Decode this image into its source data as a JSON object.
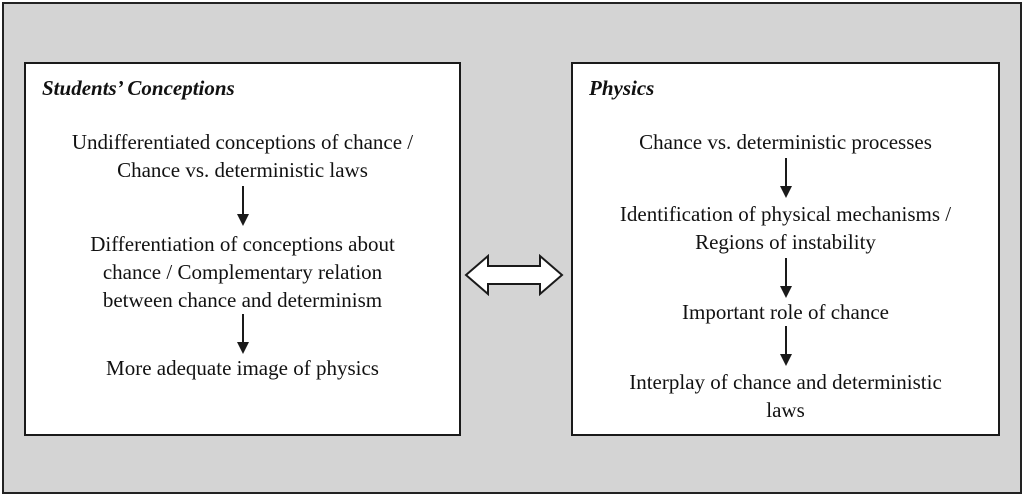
{
  "left_box": {
    "title": "Students’ Conceptions",
    "items": [
      "Undifferentiated conceptions of chance /\nChance vs. deterministic laws",
      "Differentiation of conceptions about\nchance / Complementary relation\nbetween chance and determinism",
      "More adequate image of physics"
    ]
  },
  "right_box": {
    "title": "Physics",
    "items": [
      "Chance vs. deterministic processes",
      "Identification of physical mechanisms /\nRegions of instability",
      "Important role of chance",
      "Interplay of chance and deterministic\nlaws"
    ]
  },
  "colors": {
    "background": "#d4d4d4",
    "box_fill": "#ffffff",
    "stroke": "#1a1a1a"
  },
  "connector": "bidirectional-arrow"
}
